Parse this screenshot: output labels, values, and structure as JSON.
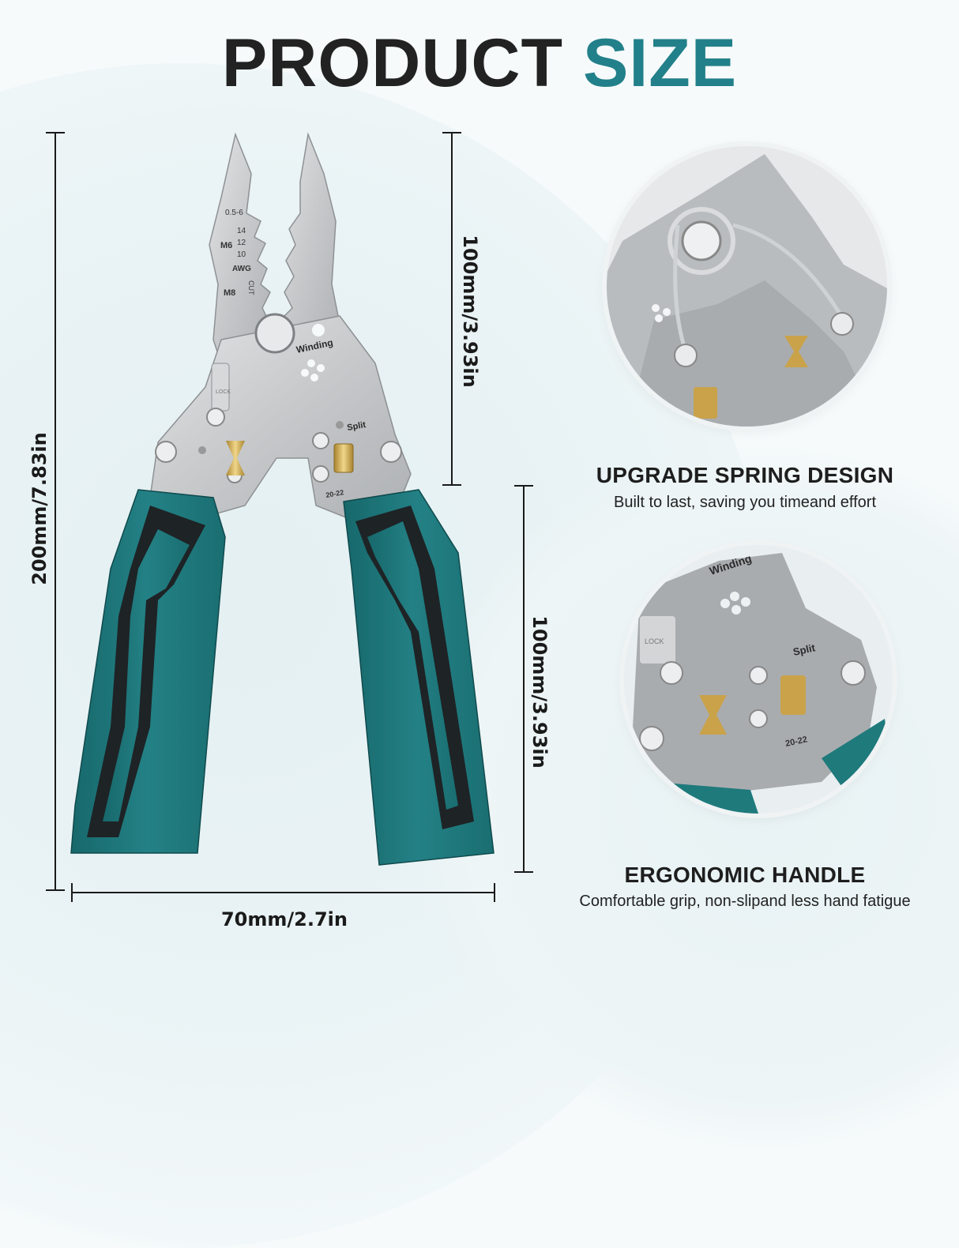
{
  "header": {
    "title_part1": "PRODUCT",
    "title_part2": "SIZE"
  },
  "colors": {
    "accent": "#22808a",
    "handle_teal": "#1f7a7c",
    "handle_dark": "#1e2326",
    "steel": "#c9cbcd",
    "brass": "#c9a24a",
    "text_dark": "#1e1e1e"
  },
  "dimensions": {
    "total_length": "200mm/7.83in",
    "head_length": "100mm/3.93in",
    "handle_length": "100mm/3.93in",
    "width": "70mm/2.7in"
  },
  "tool_markings": {
    "gauge_top": "0.5-6",
    "awg_14": "14",
    "awg_12": "12",
    "awg_10": "10",
    "awg_label": "AWG",
    "cut_label": "CUT",
    "m6": "M6",
    "m8": "M8",
    "winding": "Winding",
    "split": "Split",
    "range": "20-22",
    "lock": "LOCK"
  },
  "features": [
    {
      "heading": "UPGRADE SPRING DESIGN",
      "description": "Built to last, saving you timeand effort"
    },
    {
      "heading": "ERGONOMIC HANDLE",
      "description": "Comfortable grip, non-slipand less hand fatigue"
    }
  ]
}
